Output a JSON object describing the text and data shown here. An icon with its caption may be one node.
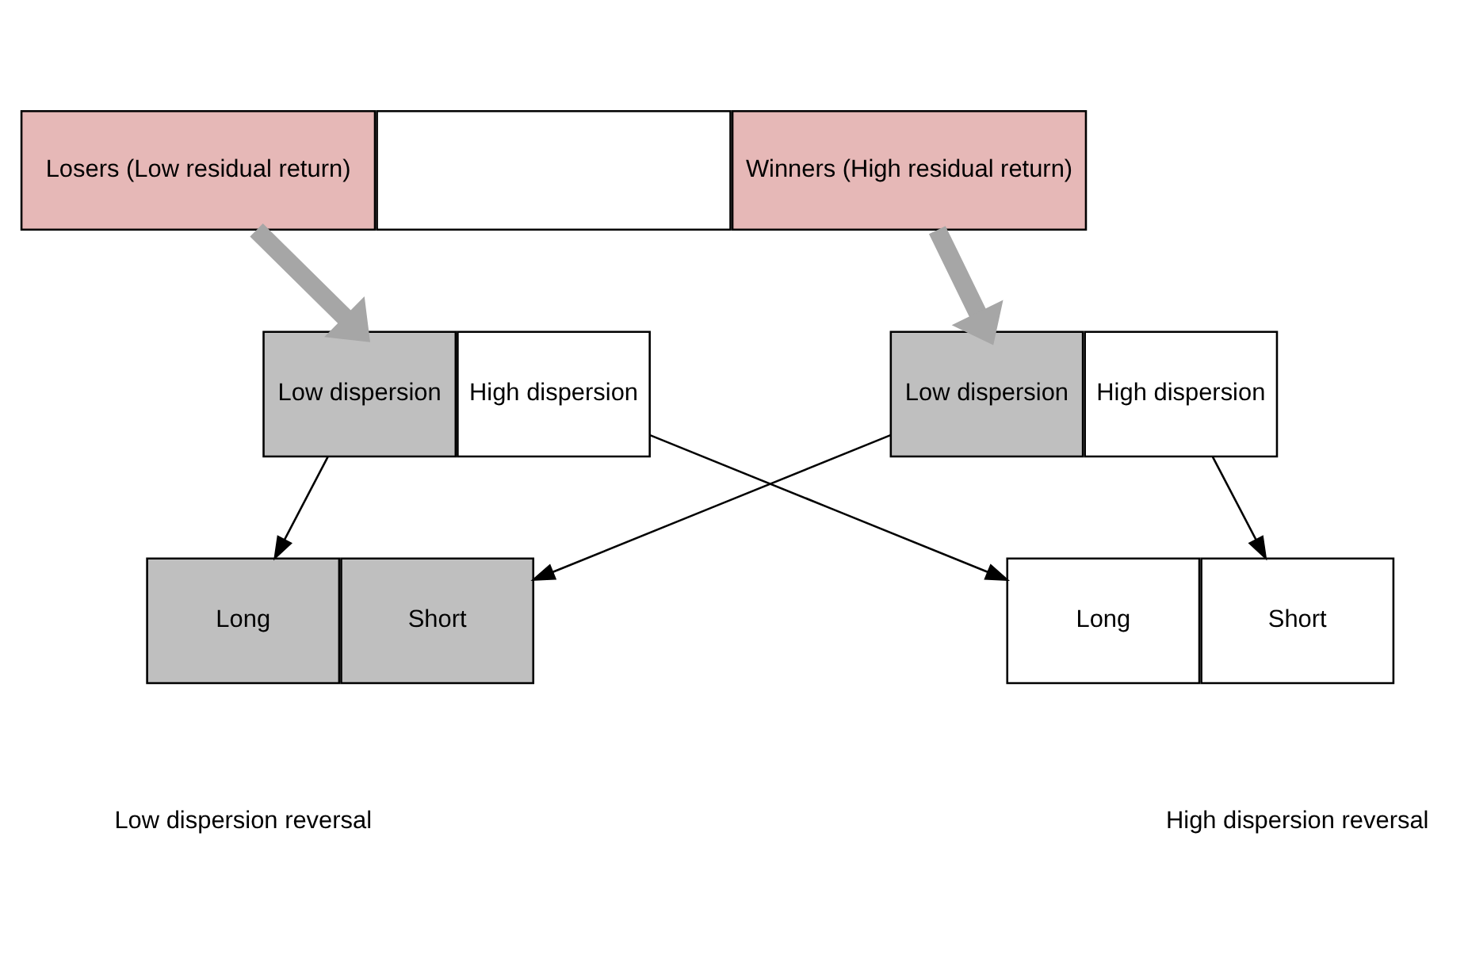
{
  "diagram": {
    "nodes": [
      {
        "text": [
          "Losers (Low residual return)"
        ]
      },
      {
        "text": [],
        "shape": "box"
      },
      {
        "text": [
          "Winners (High residual return)"
        ]
      },
      {
        "text": [
          "Low dispersion"
        ]
      },
      {
        "text": [
          "High dispersion"
        ]
      },
      {
        "text": [
          "Low dispersion"
        ]
      },
      {
        "text": [
          "High dispersion"
        ]
      },
      {
        "text": [
          "Long"
        ]
      },
      {
        "text": [
          "Short"
        ]
      },
      {
        "text": [
          "Long"
        ]
      },
      {
        "text": [
          "Short"
        ]
      }
    ],
    "edges": [
      {
        "from": 0,
        "to": 3,
        "arrow": "to",
        "style": "thick",
        "color": "#a6a6a6"
      },
      {
        "from": 2,
        "to": 5,
        "arrow": "to",
        "style": "thick",
        "color": "#a6a6a6"
      },
      {
        "from": 3,
        "to": 7,
        "arrow": "to"
      },
      {
        "from": 4,
        "to": 9,
        "arrow": "to"
      },
      {
        "from": 5,
        "to": 8,
        "arrow": "to"
      },
      {
        "from": 6,
        "to": 10,
        "arrow": "to"
      }
    ],
    "labels": [
      "Low dispersion reversal",
      "High dispersion reversal"
    ]
  }
}
